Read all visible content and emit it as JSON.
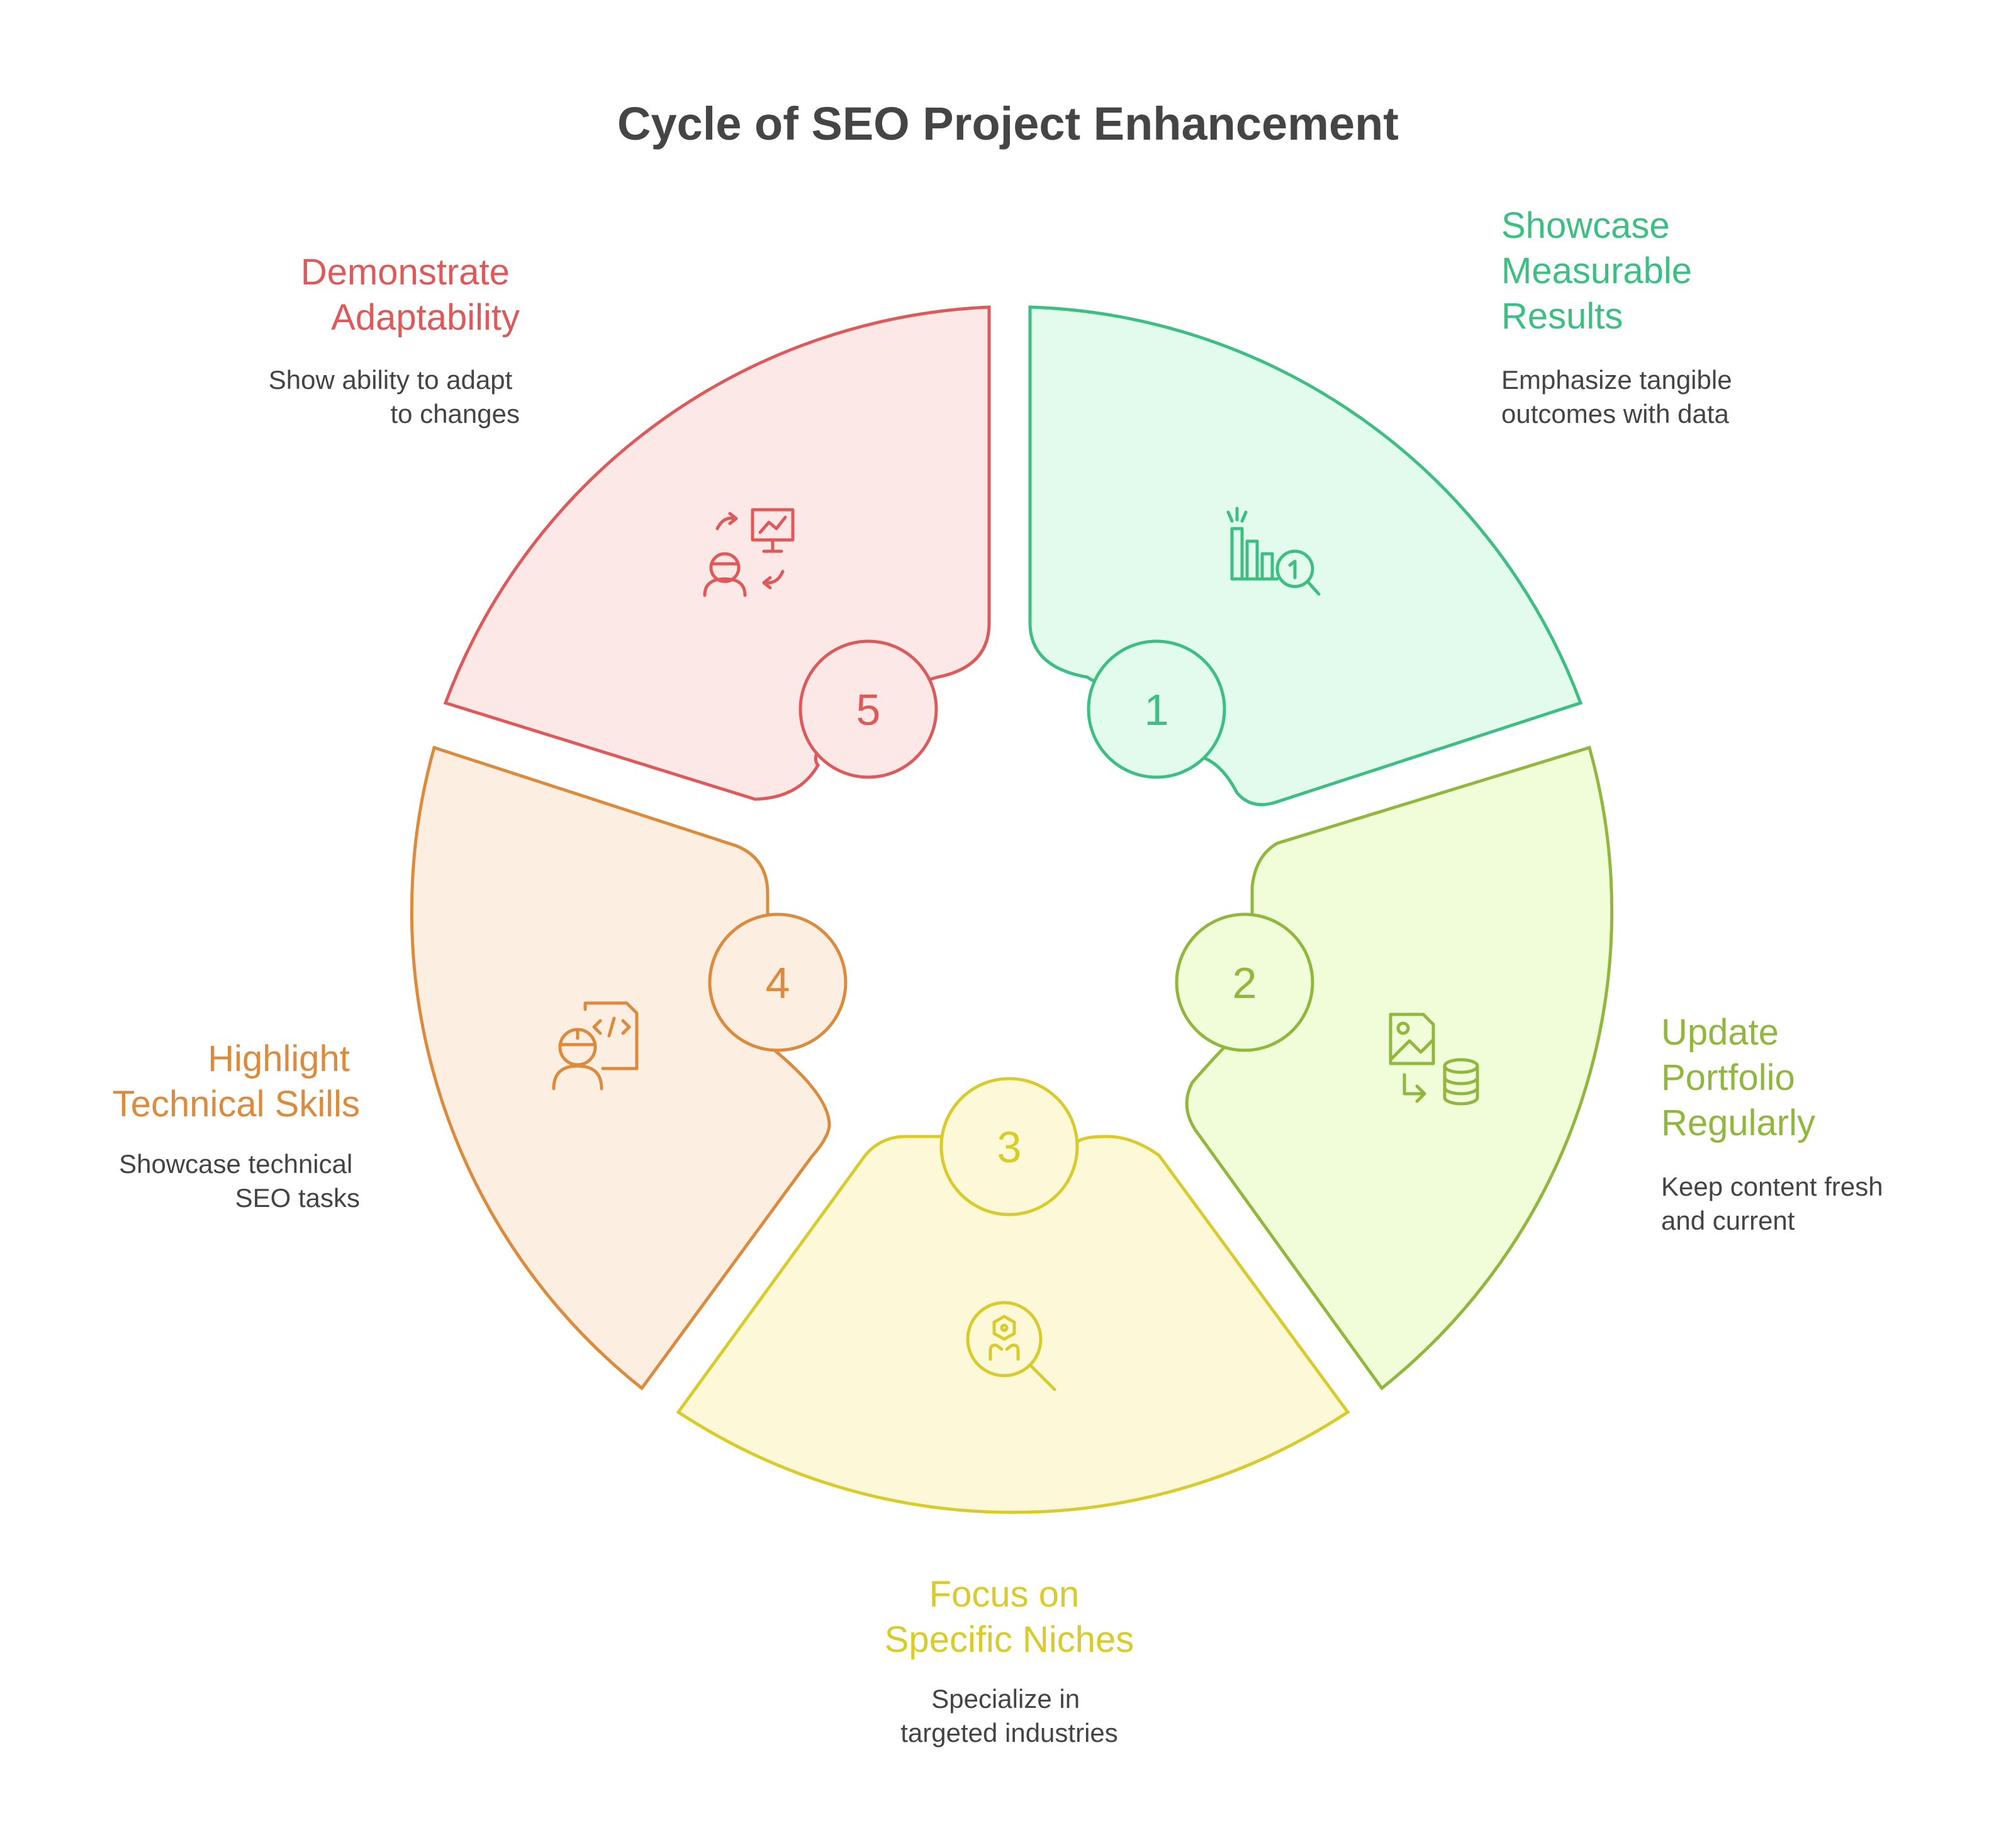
{
  "title": "Cycle of SEO Project Enhancement",
  "steps": [
    {
      "number": "1",
      "heading": [
        "Showcase",
        "Measurable",
        "Results"
      ],
      "description": [
        "Emphasize tangible",
        "outcomes with data"
      ],
      "icon": "bar-chart-magnifier-icon",
      "stroke": "#3dbf84",
      "fill": "#e2fbec"
    },
    {
      "number": "2",
      "heading": [
        "Update",
        "Portfolio",
        "Regularly"
      ],
      "description": [
        "Keep content fresh",
        "and current"
      ],
      "icon": "image-to-database-icon",
      "stroke": "#91b73c",
      "fill": "#f1fcd9"
    },
    {
      "number": "3",
      "heading": [
        "Focus on",
        "Specific Niches"
      ],
      "description": [
        "Specialize in",
        "targeted industries"
      ],
      "icon": "niche-search-icon",
      "stroke": "#d8cb2a",
      "fill": "#fdf8d8"
    },
    {
      "number": "4",
      "heading": [
        "Highlight",
        "Technical Skills"
      ],
      "description": [
        "Showcase technical",
        "SEO tasks"
      ],
      "icon": "engineer-code-icon",
      "stroke": "#dc8a3b",
      "fill": "#fdeee2"
    },
    {
      "number": "5",
      "heading": [
        "Demonstrate",
        "Adaptability"
      ],
      "description": [
        "Show ability to adapt",
        "to changes"
      ],
      "icon": "person-presentation-cycle-icon",
      "stroke": "#de5a5a",
      "fill": "#fde8e8"
    }
  ]
}
